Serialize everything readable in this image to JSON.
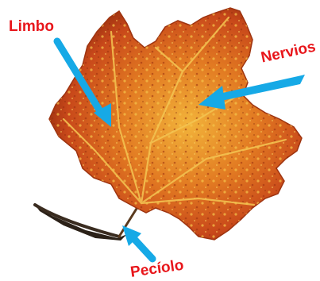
{
  "labels": {
    "limbo": "Limbo",
    "nervios": "Nervios",
    "peciolo": "Pecíolo"
  },
  "colors": {
    "label": "#e8161b",
    "arrow": "#16a9e6",
    "leaf_dark": "#8e2a0c",
    "leaf_mid": "#d2521a",
    "leaf_light": "#f0a030",
    "stem": "#2b2118"
  }
}
